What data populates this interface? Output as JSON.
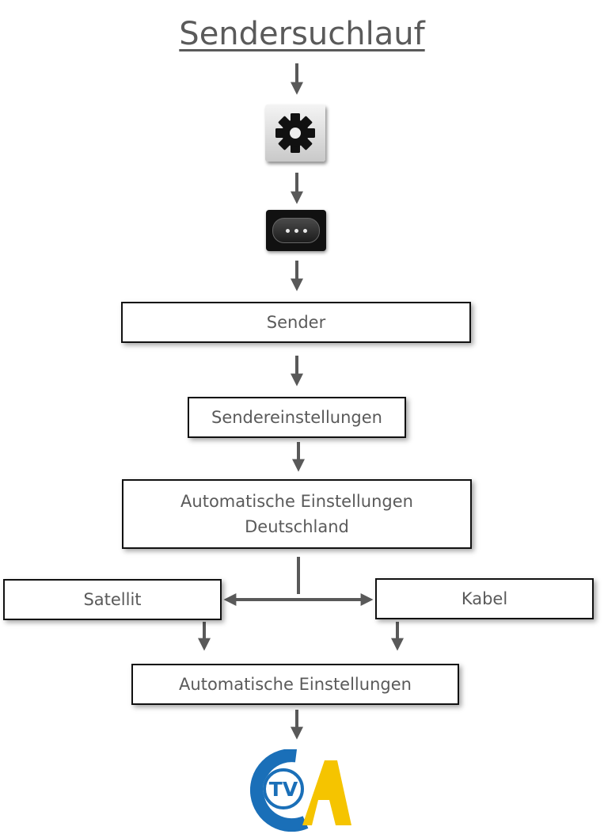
{
  "title": "Sendersuchlauf",
  "steps": {
    "sender": "Sender",
    "sendereinstellungen": "Sendereinstellungen",
    "auto_de_line1": "Automatische Einstellungen",
    "auto_de_line2": "Deutschland",
    "satellit": "Satellit",
    "kabel": "Kabel",
    "auto_final": "Automatische Einstellungen"
  },
  "icons": {
    "settings_button": "gear-icon",
    "more_button": "more-options-icon",
    "brand_logo": "tv-logo"
  },
  "logo": {
    "text": "TV"
  },
  "colors": {
    "arrow": "#595959",
    "text": "#5a5a5a",
    "box_border": "#111111",
    "logo_blue": "#1a6fb8",
    "logo_yellow": "#f5c400"
  }
}
